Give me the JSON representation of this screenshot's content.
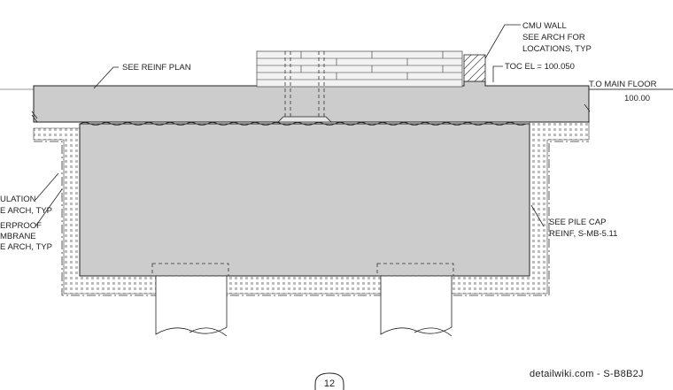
{
  "labels": {
    "see_reinf_plan": "SEE REINF PLAN",
    "cmu_wall_1": "CMU WALL",
    "cmu_wall_2": "SEE ARCH FOR",
    "cmu_wall_3": "LOCATIONS, TYP",
    "toc_el": "TOC EL = 100.050",
    "main_floor": "T.O MAIN FLOOR",
    "main_floor_el": "100.00",
    "insulation_1": "ULATION",
    "insulation_2": "E ARCH, TYP",
    "waterproof_1": "ERPROOF",
    "waterproof_2": "MBRANE",
    "waterproof_3": "E ARCH, TYP",
    "pile_cap_1": "SEE PILE CAP",
    "pile_cap_2": "REINF, S-MB-5.11",
    "detail_number": "12",
    "watermark": "detailwiki.com - S-B8B2J"
  }
}
